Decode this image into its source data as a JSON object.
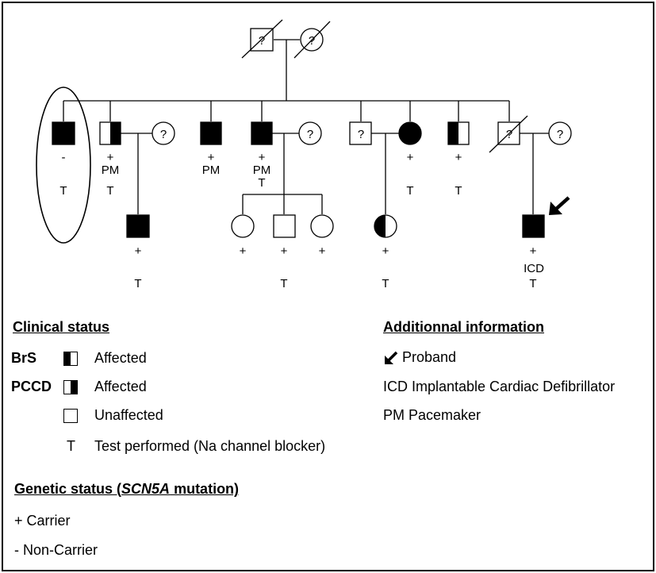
{
  "pedigree": {
    "unknown_mark": "?",
    "carrier_mark": "+",
    "noncarrier_mark": "-",
    "test_mark": "T",
    "pm_mark": "PM",
    "icd_mark": "ICD"
  },
  "legend": {
    "clinical": {
      "title": "Clinical status",
      "brs_label": "BrS",
      "pccd_label": "PCCD",
      "affected_1": "Affected",
      "affected_2": "Affected",
      "unaffected": "Unaffected",
      "test_symbol": "T",
      "test_text": "Test performed (Na channel blocker)"
    },
    "genetic": {
      "title_part1": "Genetic status (",
      "title_gene": "SCN5A",
      "title_part2": " mutation)",
      "carrier": "+ Carrier",
      "noncarrier": "- Non-Carrier"
    },
    "additional": {
      "title": "Additionnal information",
      "proband": "Proband",
      "icd": "ICD  Implantable Cardiac Defibrillator",
      "pm": "PM  Pacemaker"
    }
  }
}
